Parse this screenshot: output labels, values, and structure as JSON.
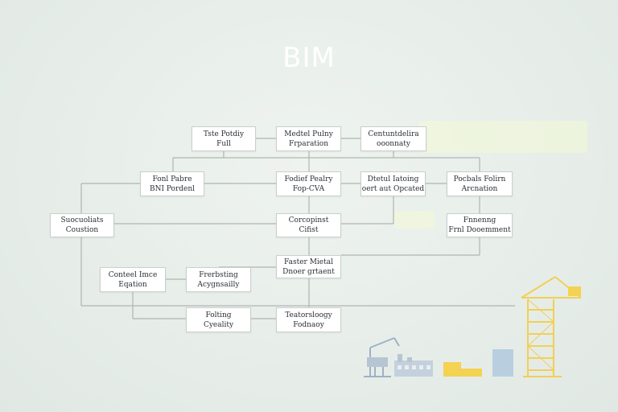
{
  "title": "BIM",
  "nodes": [
    {
      "id": "n1",
      "line1": "Tste Potdiy",
      "line2": "Full"
    },
    {
      "id": "n2",
      "line1": "Medtel Pulny",
      "line2": "Frparation"
    },
    {
      "id": "n3",
      "line1": "Centuntdelira",
      "line2": "ooonnaty"
    },
    {
      "id": "n4",
      "line1": "Fonl Pabre",
      "line2": "BNI Pordenl"
    },
    {
      "id": "n5",
      "line1": "Fodief Pealry",
      "line2": "Fop-CVA"
    },
    {
      "id": "n6",
      "line1": "Dtetul Iatoing",
      "line2": "oert aut Opcated"
    },
    {
      "id": "n7",
      "line1": "Pocbals Folirn",
      "line2": "Arcnation"
    },
    {
      "id": "n8",
      "line1": "Suocuoliats",
      "line2": "Coustion"
    },
    {
      "id": "n9",
      "line1": "Corcopinst",
      "line2": "Cifist"
    },
    {
      "id": "n10",
      "line1": "Fnnenng",
      "line2": "Frnl Dooemment"
    },
    {
      "id": "n11",
      "line1": "Faster Mietal",
      "line2": "Dnoer grtaent"
    },
    {
      "id": "n12",
      "line1": "Conteel Imce",
      "line2": "Eqation"
    },
    {
      "id": "n13",
      "line1": "Frerbsting",
      "line2": "Acygnsailly"
    },
    {
      "id": "n14",
      "line1": "Folting",
      "line2": "Cyeality"
    },
    {
      "id": "n15",
      "line1": "Teatorsloogy",
      "line2": "Fodnaoy"
    }
  ],
  "colors": {
    "background": "#e8eeea",
    "title": "#ffffff",
    "connector": "#aeb6b2",
    "crane": "#f2cf55",
    "machinery": "#9fb1c4",
    "block_yellow": "#f4d252",
    "block_blue": "#b9cfe0"
  },
  "icons": [
    "tower-crane-icon",
    "excavator-icon",
    "factory-icon",
    "building-blocks-icon"
  ]
}
